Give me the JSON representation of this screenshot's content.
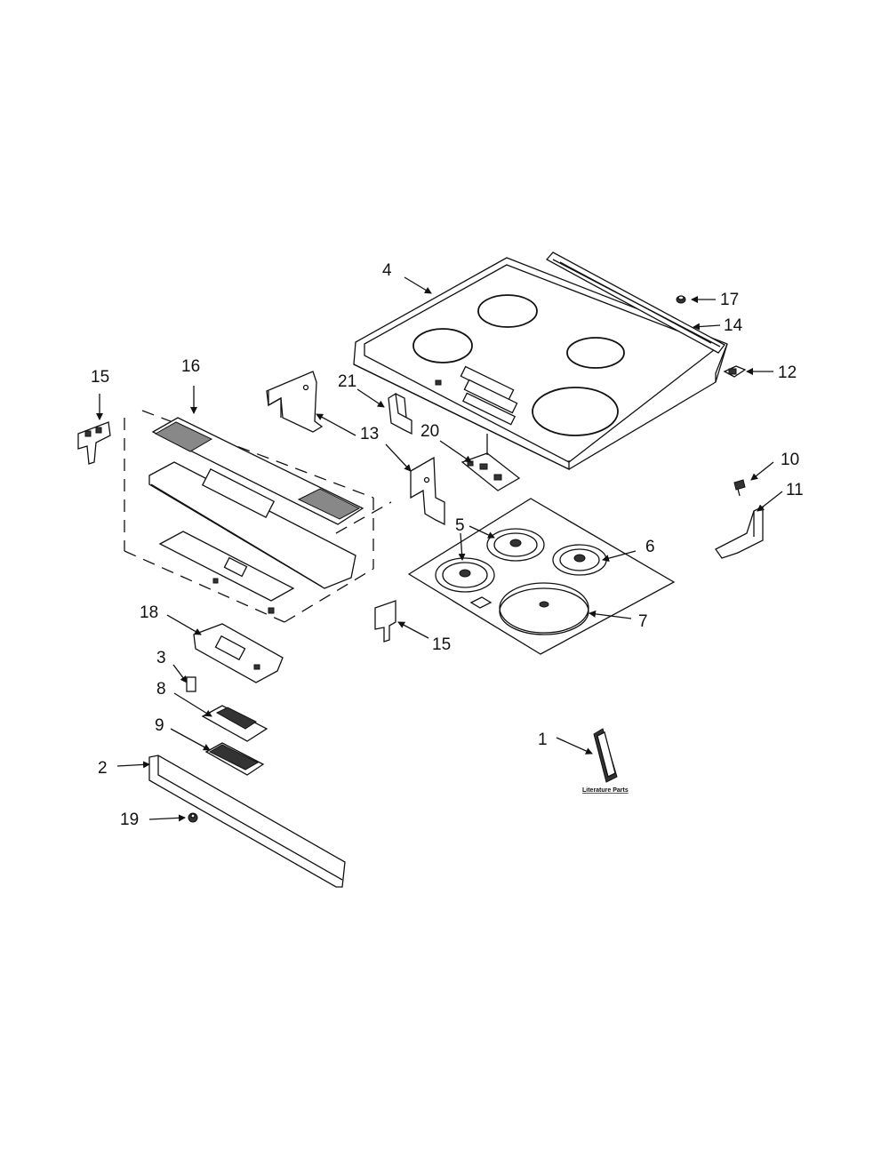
{
  "callouts": {
    "c1": "1",
    "c2": "2",
    "c3": "3",
    "c4": "4",
    "c5": "5",
    "c6": "6",
    "c7": "7",
    "c8": "8",
    "c9": "9",
    "c10": "10",
    "c11": "11",
    "c12": "12",
    "c13": "13",
    "c14": "14",
    "c15a": "15",
    "c15b": "15",
    "c16": "16",
    "c17": "17",
    "c18": "18",
    "c19": "19",
    "c20": "20",
    "c21": "21"
  },
  "literature_caption": "Literature Parts"
}
